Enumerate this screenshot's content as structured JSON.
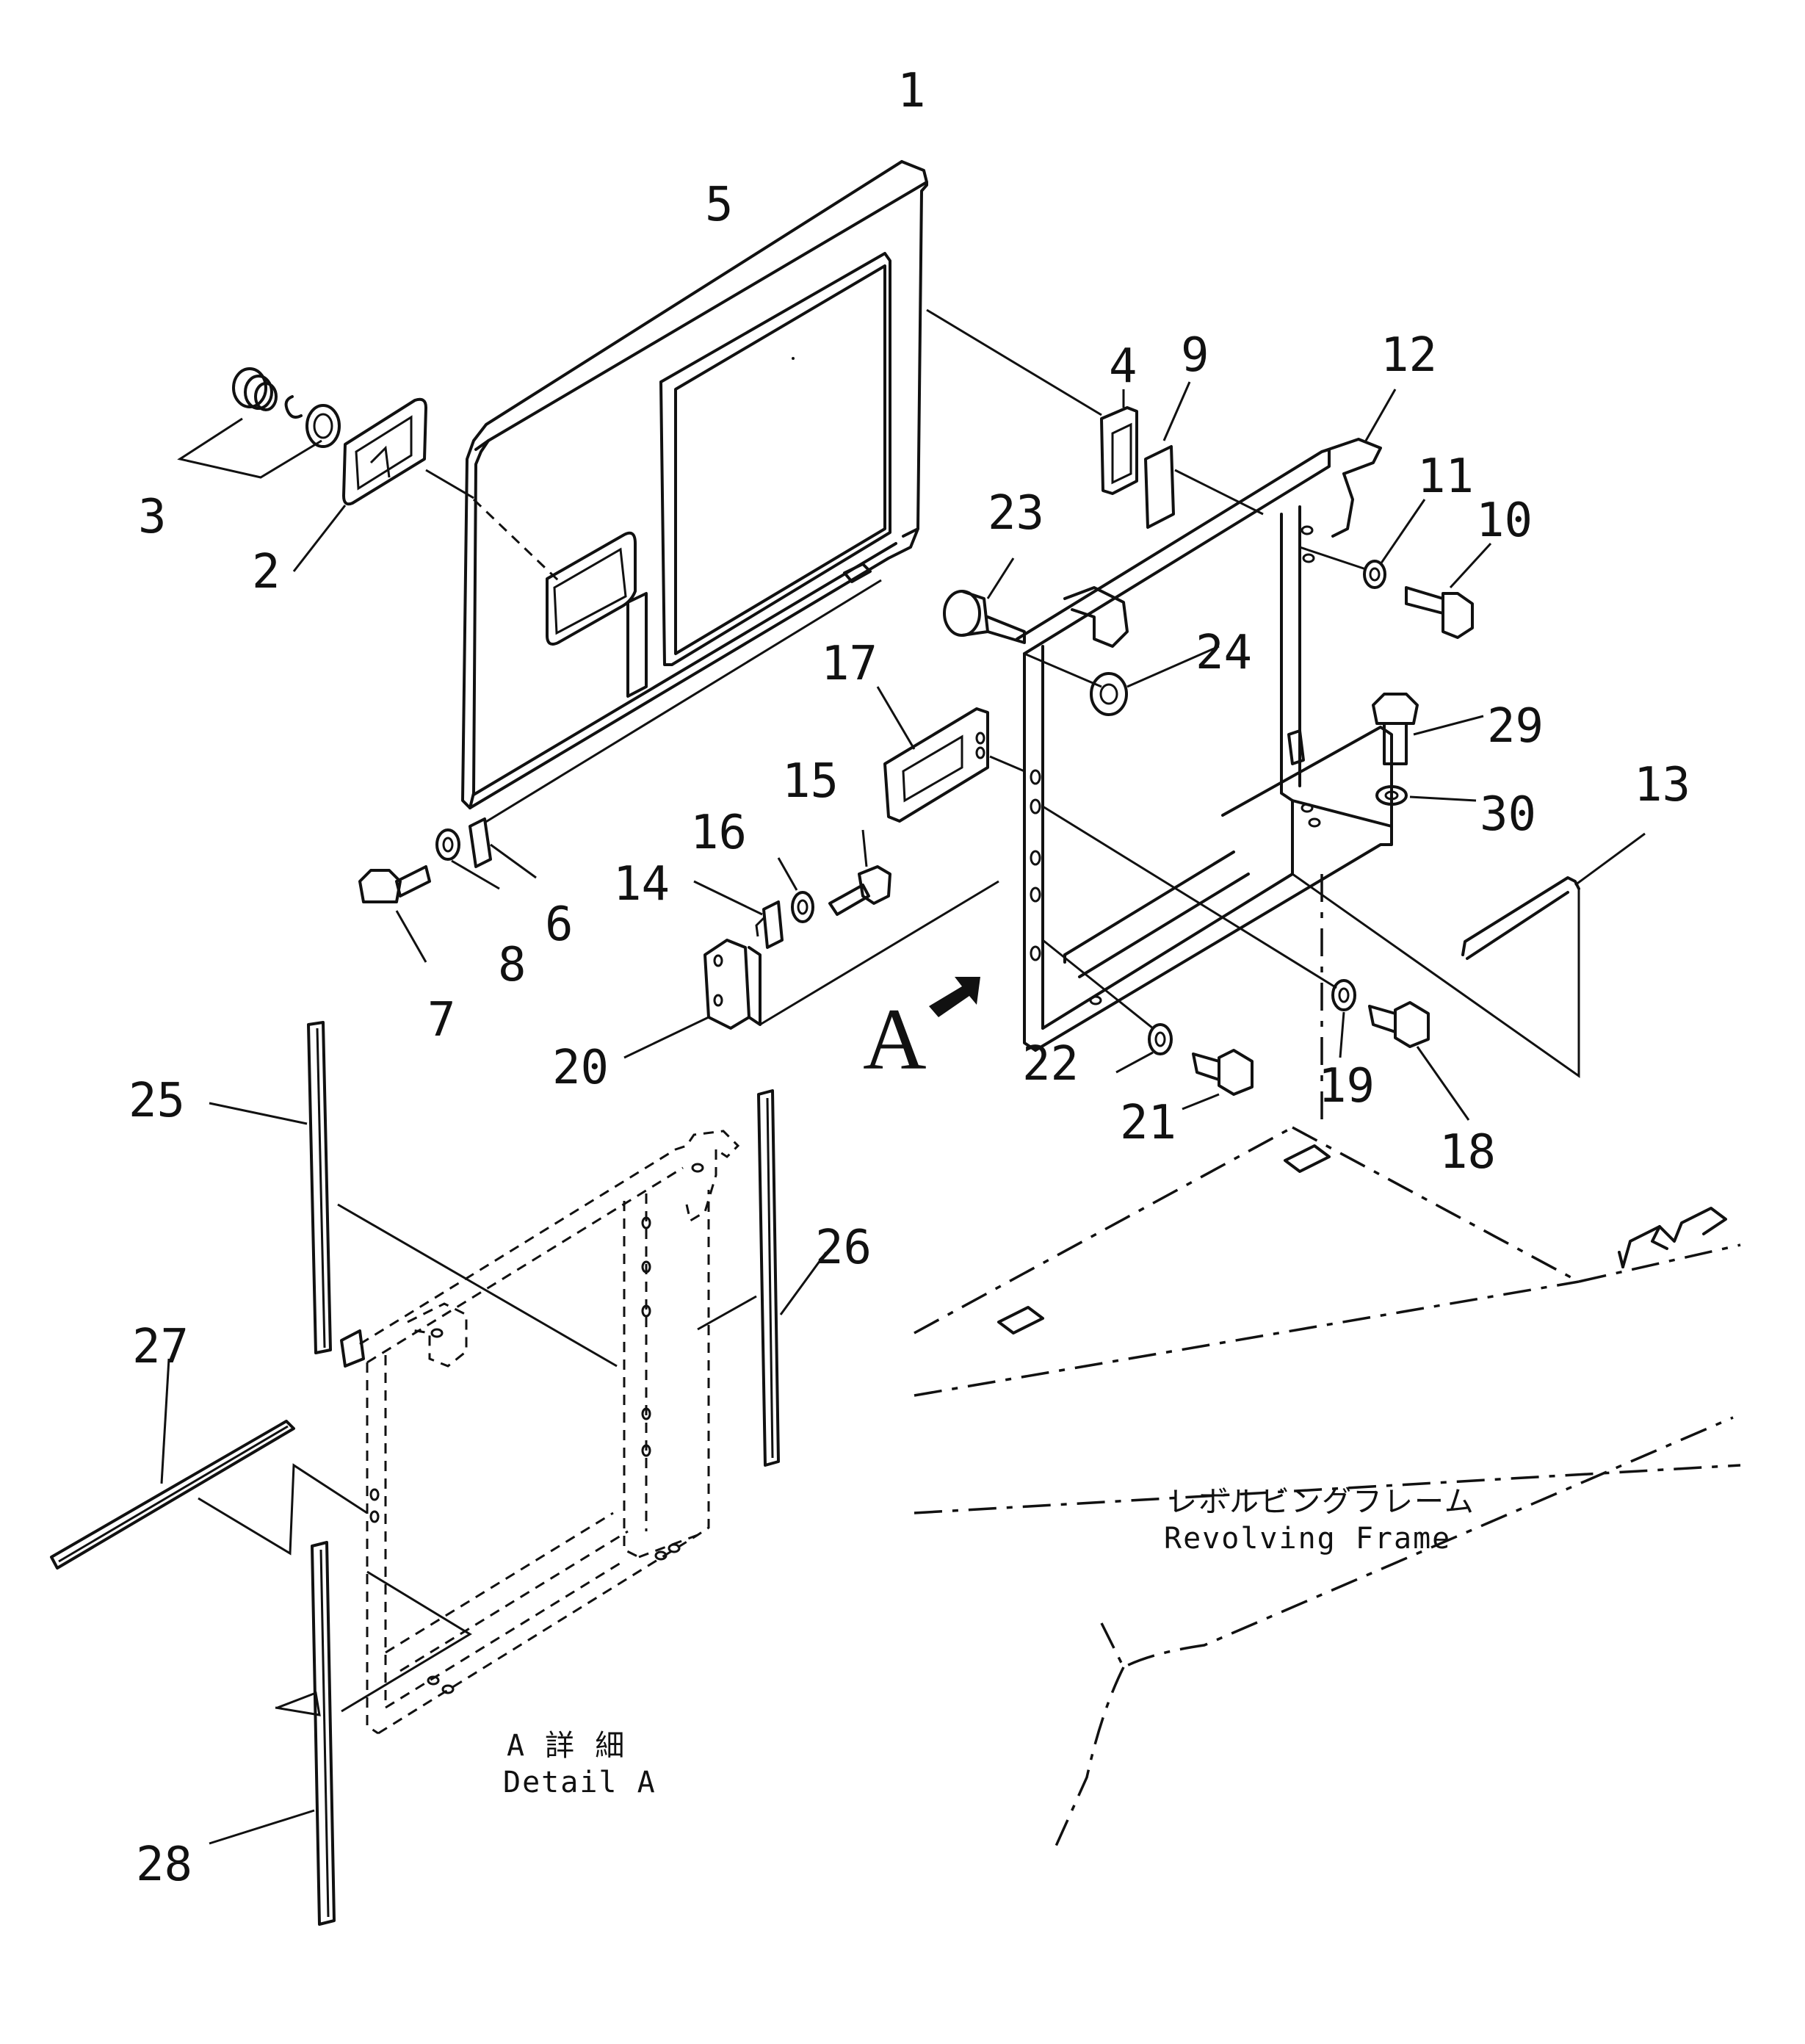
{
  "callouts": [
    "1",
    "2",
    "3",
    "4",
    "5",
    "6",
    "7",
    "8",
    "9",
    "10",
    "11",
    "12",
    "13",
    "14",
    "15",
    "16",
    "17",
    "18",
    "19",
    "20",
    "21",
    "22",
    "23",
    "24",
    "25",
    "26",
    "27",
    "28",
    "29",
    "30"
  ],
  "view_marker": "A",
  "frame_label": {
    "japanese": "レボルビングフレーム",
    "english": "Revolving Frame"
  },
  "detail_label": {
    "japanese": "A 詳 細",
    "english": "Detail A"
  }
}
